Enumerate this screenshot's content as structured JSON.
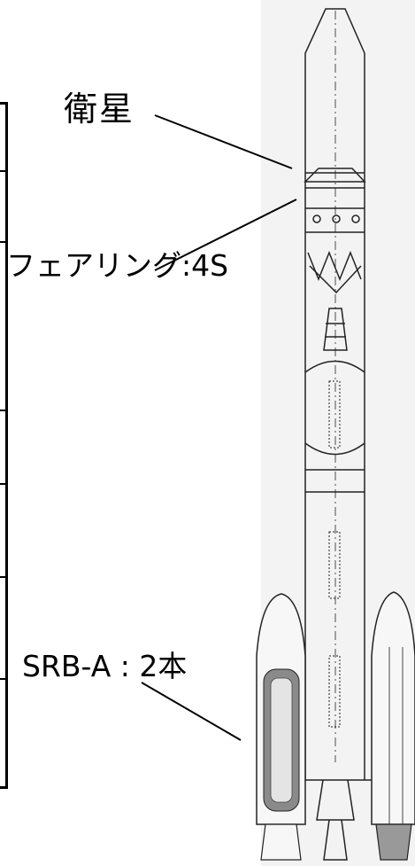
{
  "labels": {
    "satellite": "衛星",
    "fairing": "フェアリング:4S",
    "srb": "SRB-A : 2本"
  },
  "colors": {
    "line": "#000000",
    "panel": "#f3f3f3",
    "booster_fill": "#888888"
  }
}
